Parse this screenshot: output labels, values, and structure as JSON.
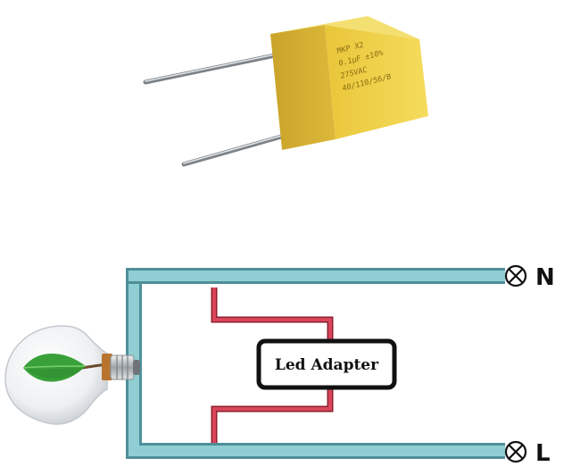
{
  "adapter": {
    "label": "Led Adapter"
  },
  "terminals": {
    "neutral": "N",
    "live": "L"
  },
  "capacitor": {
    "markings": [
      "MKP X2",
      "0.1µF ±10%",
      "275VAC",
      "40/110/56/B"
    ]
  },
  "colors": {
    "wire_fill": "#8fcfd3",
    "wire_edge": "#4f8f99",
    "lead_fill": "#d9455a",
    "lead_edge": "#8c1f2e",
    "capacitor_body": "#f0d24a",
    "capacitor_shade": "#c9a82a",
    "leaf": "#3aa13a",
    "bulb_glass": "#f2f4f6"
  },
  "icons": {
    "terminal": "circle-x-terminal-icon",
    "bulb": "eco-bulb-icon"
  }
}
